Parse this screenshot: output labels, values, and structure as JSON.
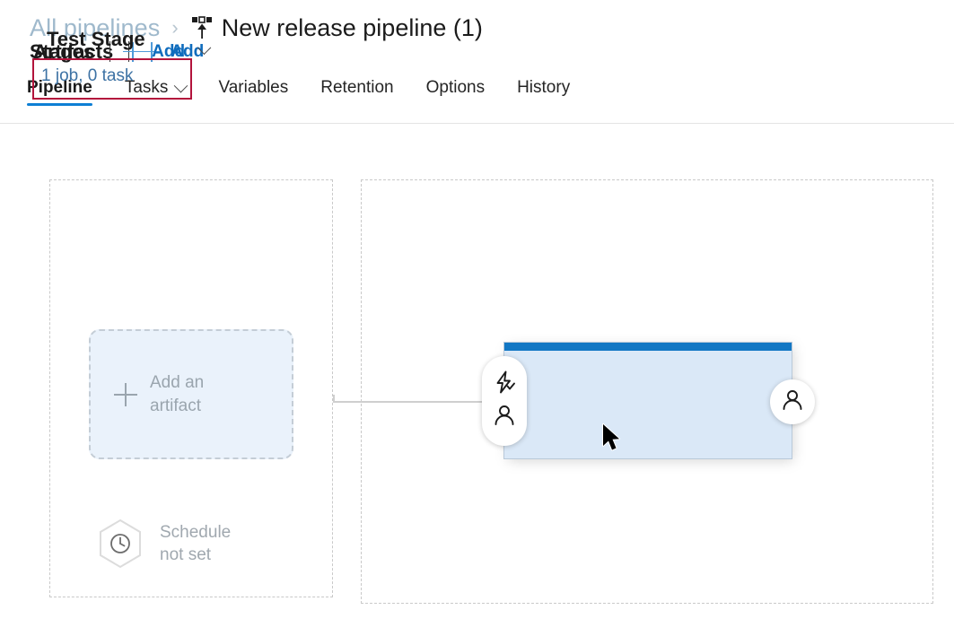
{
  "breadcrumb": {
    "parent_label": "All pipelines",
    "separator": "›",
    "pipeline_icon": "release-pipeline-icon",
    "title": "New release pipeline (1)"
  },
  "tabs": [
    {
      "label": "Pipeline",
      "active": true,
      "has_chevron": false
    },
    {
      "label": "Tasks",
      "active": false,
      "has_chevron": true
    },
    {
      "label": "Variables",
      "active": false,
      "has_chevron": false
    },
    {
      "label": "Retention",
      "active": false,
      "has_chevron": false
    },
    {
      "label": "Options",
      "active": false,
      "has_chevron": false
    },
    {
      "label": "History",
      "active": false,
      "has_chevron": false
    }
  ],
  "artifacts_panel": {
    "title": "Artifacts",
    "add_label": "Add",
    "add_tile": {
      "line1": "Add an",
      "line2": "artifact"
    },
    "schedule": {
      "line1": "Schedule",
      "line2": "not set",
      "icon": "clock-hexagon-icon"
    }
  },
  "stages_panel": {
    "title": "Stages",
    "add_label": "Add",
    "has_add_dropdown": true,
    "stage": {
      "name": "Test Stage",
      "meta": "1 job, 0 task",
      "highlighted": true,
      "pre_deploy_conditions_icon": "lightning-check-icon",
      "pre_deploy_approvals_icon": "person-icon",
      "post_deploy_approvals_icon": "person-icon"
    }
  },
  "colors": {
    "accent_blue": "#0f6cbd",
    "tab_underline": "#0d7fd4",
    "stage_topbar": "#1277c4",
    "stage_body": "#dae8f7",
    "highlight_red": "#b3143c",
    "link_blue": "#3d72a4",
    "muted_gray": "#9aa5ae",
    "breadcrumb_gray": "#9fb9cc"
  }
}
